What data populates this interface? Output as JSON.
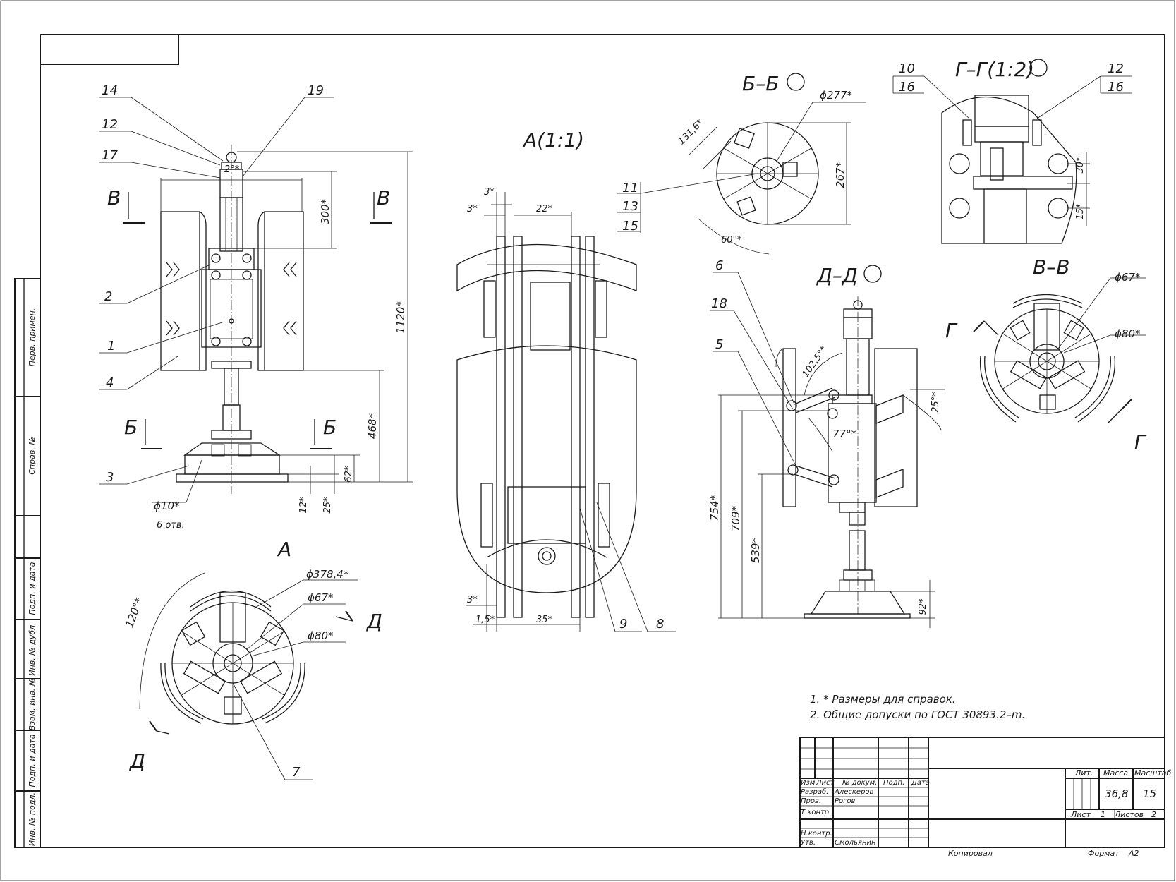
{
  "views": {
    "a_detail": "А(1:1)",
    "b_section": "Б–Б",
    "g_section": "Г–Г(1:2)",
    "d_section": "Д–Д",
    "v_section": "В–В",
    "a_mark": "А",
    "cut_v": "В",
    "cut_b": "Б",
    "cut_g": "Г",
    "cut_d": "Д"
  },
  "callouts": [
    "1",
    "2",
    "3",
    "4",
    "5",
    "6",
    "7",
    "8",
    "9",
    "10",
    "11",
    "12",
    "13",
    "14",
    "15",
    "16",
    "17",
    "18",
    "19"
  ],
  "dims": {
    "d2": "2°*",
    "d300": "300*",
    "d1120": "1120*",
    "d468": "468*",
    "d62": "62*",
    "d12": "12*",
    "d25": "25*",
    "phi10": "ϕ10*",
    "holes": "6 отв.",
    "d3a": "3*",
    "d3b": "3*",
    "d22": "22*",
    "d3c": "3*",
    "d15": "1,5*",
    "d35": "35*",
    "d1316": "131,6*",
    "phi277": "ϕ277*",
    "d267": "267*",
    "d60": "60°*",
    "d30": "30*",
    "d15b": "15*",
    "d1025": "102,5°*",
    "d25b": "25°*",
    "d77": "77°*",
    "d754": "754*",
    "d709": "709*",
    "d539": "539*",
    "d92": "92*",
    "phi67": "ϕ67*",
    "phi80": "ϕ80*",
    "d120": "120°*",
    "phi3784": "ϕ378,4*",
    "phi67b": "ϕ67*",
    "phi80b": "ϕ80*"
  },
  "notes": [
    "1.  * Размеры для справок.",
    "2.  Общие допуски по ГОСТ 30893.2–m."
  ],
  "side_strip": [
    "Перв. примен.",
    "Справ. №",
    "Подп. и дата",
    "Инв. № дубл.",
    "Взам. инв. №",
    "Подп. и дата",
    "Инв. № подл."
  ],
  "title_block": {
    "headers": [
      "Изм.",
      "Лист",
      "№ докум.",
      "Подп.",
      "Дата"
    ],
    "rows": [
      {
        "role": "Разраб.",
        "name": "Алескеров"
      },
      {
        "role": "Пров.",
        "name": "Рогов"
      },
      {
        "role": "Т.контр.",
        "name": ""
      },
      {
        "role": "Н.контр.",
        "name": ""
      },
      {
        "role": "Утв.",
        "name": "Смольянин"
      }
    ],
    "lit": "Лит.",
    "mass_label": "Масса",
    "scale_label": "Масштаб",
    "mass": "36,8",
    "scale": "15",
    "sheet_label": "Лист",
    "sheet": "1",
    "sheets_label": "Листов",
    "sheets": "2",
    "copied": "Копировал",
    "format_label": "Формат",
    "format": "А2"
  }
}
